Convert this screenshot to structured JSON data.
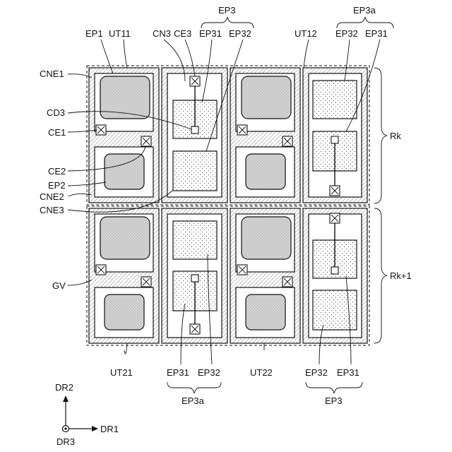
{
  "labels": {
    "ep1": "EP1",
    "ut11": "UT11",
    "cn3": "CN3",
    "ce3": "CE3",
    "ep3_top": "EP3",
    "ep31_top_left": "EP31",
    "ep32_top_left": "EP32",
    "ut12": "UT12",
    "ep3a_top": "EP3a",
    "ep32_top_right": "EP32",
    "ep31_top_right": "EP31",
    "cne1": "CNE1",
    "cd3": "CD3",
    "ce1": "CE1",
    "ce2": "CE2",
    "ep2": "EP2",
    "cne2": "CNE2",
    "cne3": "CNE3",
    "gv": "GV",
    "rk": "Rk",
    "rk1": "Rk+1",
    "ut21": "UT21",
    "ep31_bot_left": "EP31",
    "ep32_bot_left": "EP32",
    "ep3a_bot": "EP3a",
    "ut22": "UT22",
    "ep32_bot_right": "EP32",
    "ep31_bot_right": "EP31",
    "ep3_bot": "EP3",
    "dr2": "DR2",
    "dr1": "DR1",
    "dr3": "DR3"
  }
}
